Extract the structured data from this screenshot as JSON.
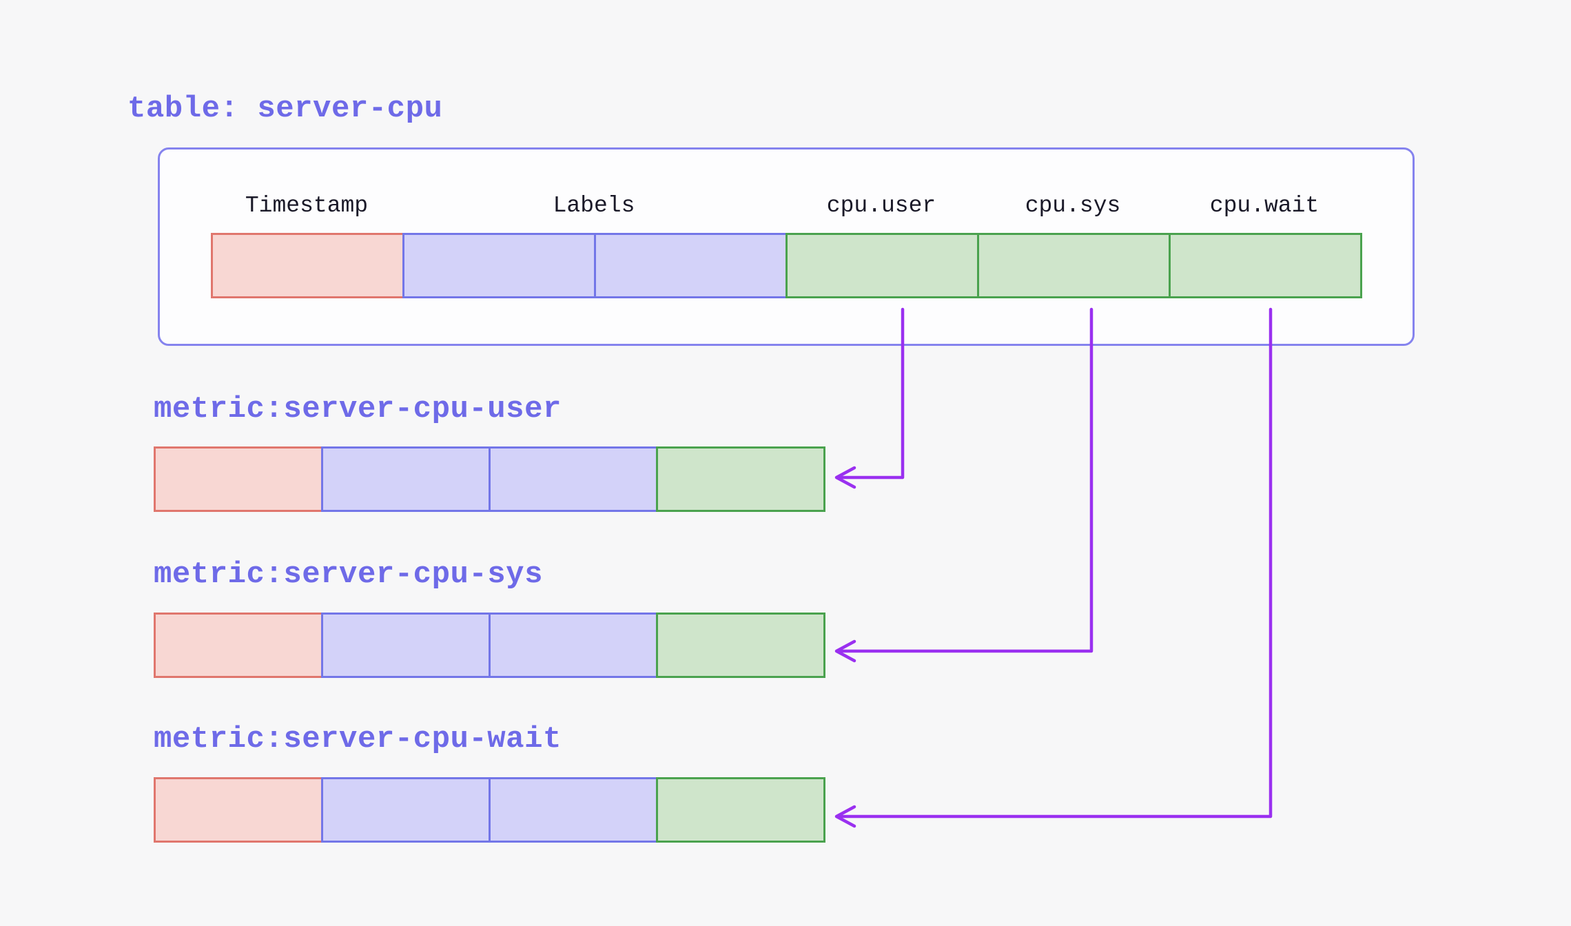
{
  "title": "table: server-cpu",
  "table": {
    "columns": [
      "Timestamp",
      "Labels",
      "cpu.user",
      "cpu.sys",
      "cpu.wait"
    ],
    "cell_roles": [
      "timestamp",
      "label",
      "label",
      "value",
      "value",
      "value"
    ]
  },
  "metrics": [
    {
      "label": "metric:server-cpu-user",
      "source_column": "cpu.user"
    },
    {
      "label": "metric:server-cpu-sys",
      "source_column": "cpu.sys"
    },
    {
      "label": "metric:server-cpu-wait",
      "source_column": "cpu.wait"
    }
  ],
  "colors": {
    "page_bg": "#f7f7f8",
    "box_fill": "#fdfdfe",
    "box_border": "#8583ee",
    "label_purple": "#6e6ae8",
    "header_text": "#1a1928",
    "arrow_purple": "#9a30f0",
    "cell_pink_fill": "#f8d7d3",
    "cell_pink_border": "#e0766d",
    "cell_blue_fill": "#d3d2f9",
    "cell_blue_border": "#7376e8",
    "cell_green_fill": "#cfe5cb",
    "cell_green_border": "#4aa24e"
  }
}
